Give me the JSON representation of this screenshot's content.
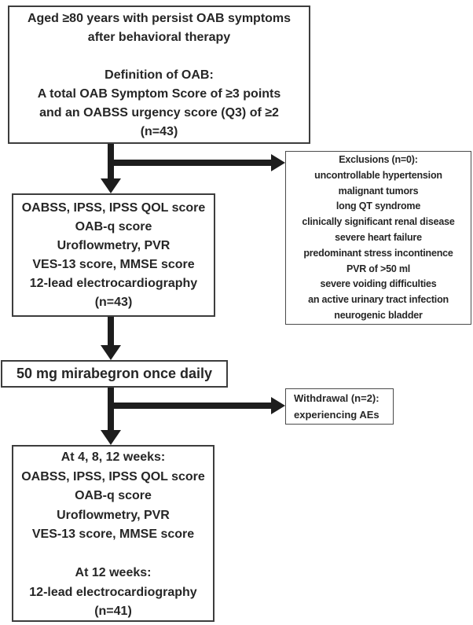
{
  "boxes": {
    "eligibility": {
      "lines": [
        "Aged ≥80 years with persist OAB symptoms",
        "after behavioral therapy",
        "",
        "Definition of OAB:",
        "A total OAB Symptom Score of ≥3 points",
        "and an OABSS urgency score (Q3) of ≥2",
        "(n=43)"
      ]
    },
    "exclusions": {
      "lines": [
        "Exclusions (n=0):",
        "uncontrollable hypertension",
        "malignant tumors",
        "long QT syndrome",
        "clinically significant renal disease",
        "severe heart failure",
        "predominant stress incontinence",
        "PVR of >50 ml",
        "severe voiding difficulties",
        "an active urinary tract infection",
        "neurogenic bladder"
      ]
    },
    "baseline_assessment": {
      "lines": [
        "OABSS, IPSS, IPSS QOL score",
        "OAB-q score",
        "Uroflowmetry, PVR",
        "VES-13 score, MMSE score",
        "12-lead electrocardiography",
        "(n=43)"
      ]
    },
    "treatment": {
      "label": "50 mg mirabegron once daily"
    },
    "withdrawal": {
      "lines": [
        "Withdrawal (n=2):",
        "experiencing AEs"
      ]
    },
    "followup_assessment": {
      "lines": [
        "At 4, 8, 12 weeks:",
        "OABSS, IPSS, IPSS QOL score",
        "OAB-q score",
        "Uroflowmetry, PVR",
        "VES-13 score, MMSE score",
        "",
        "At 12 weeks:",
        "12-lead electrocardiography",
        "(n=41)"
      ]
    }
  },
  "colors": {
    "background": "#ffffff",
    "text": "#262626",
    "box_border_main": "#3d3d3d",
    "box_border_side": "#4a4a4a",
    "arrow": "#1d1d1d"
  }
}
